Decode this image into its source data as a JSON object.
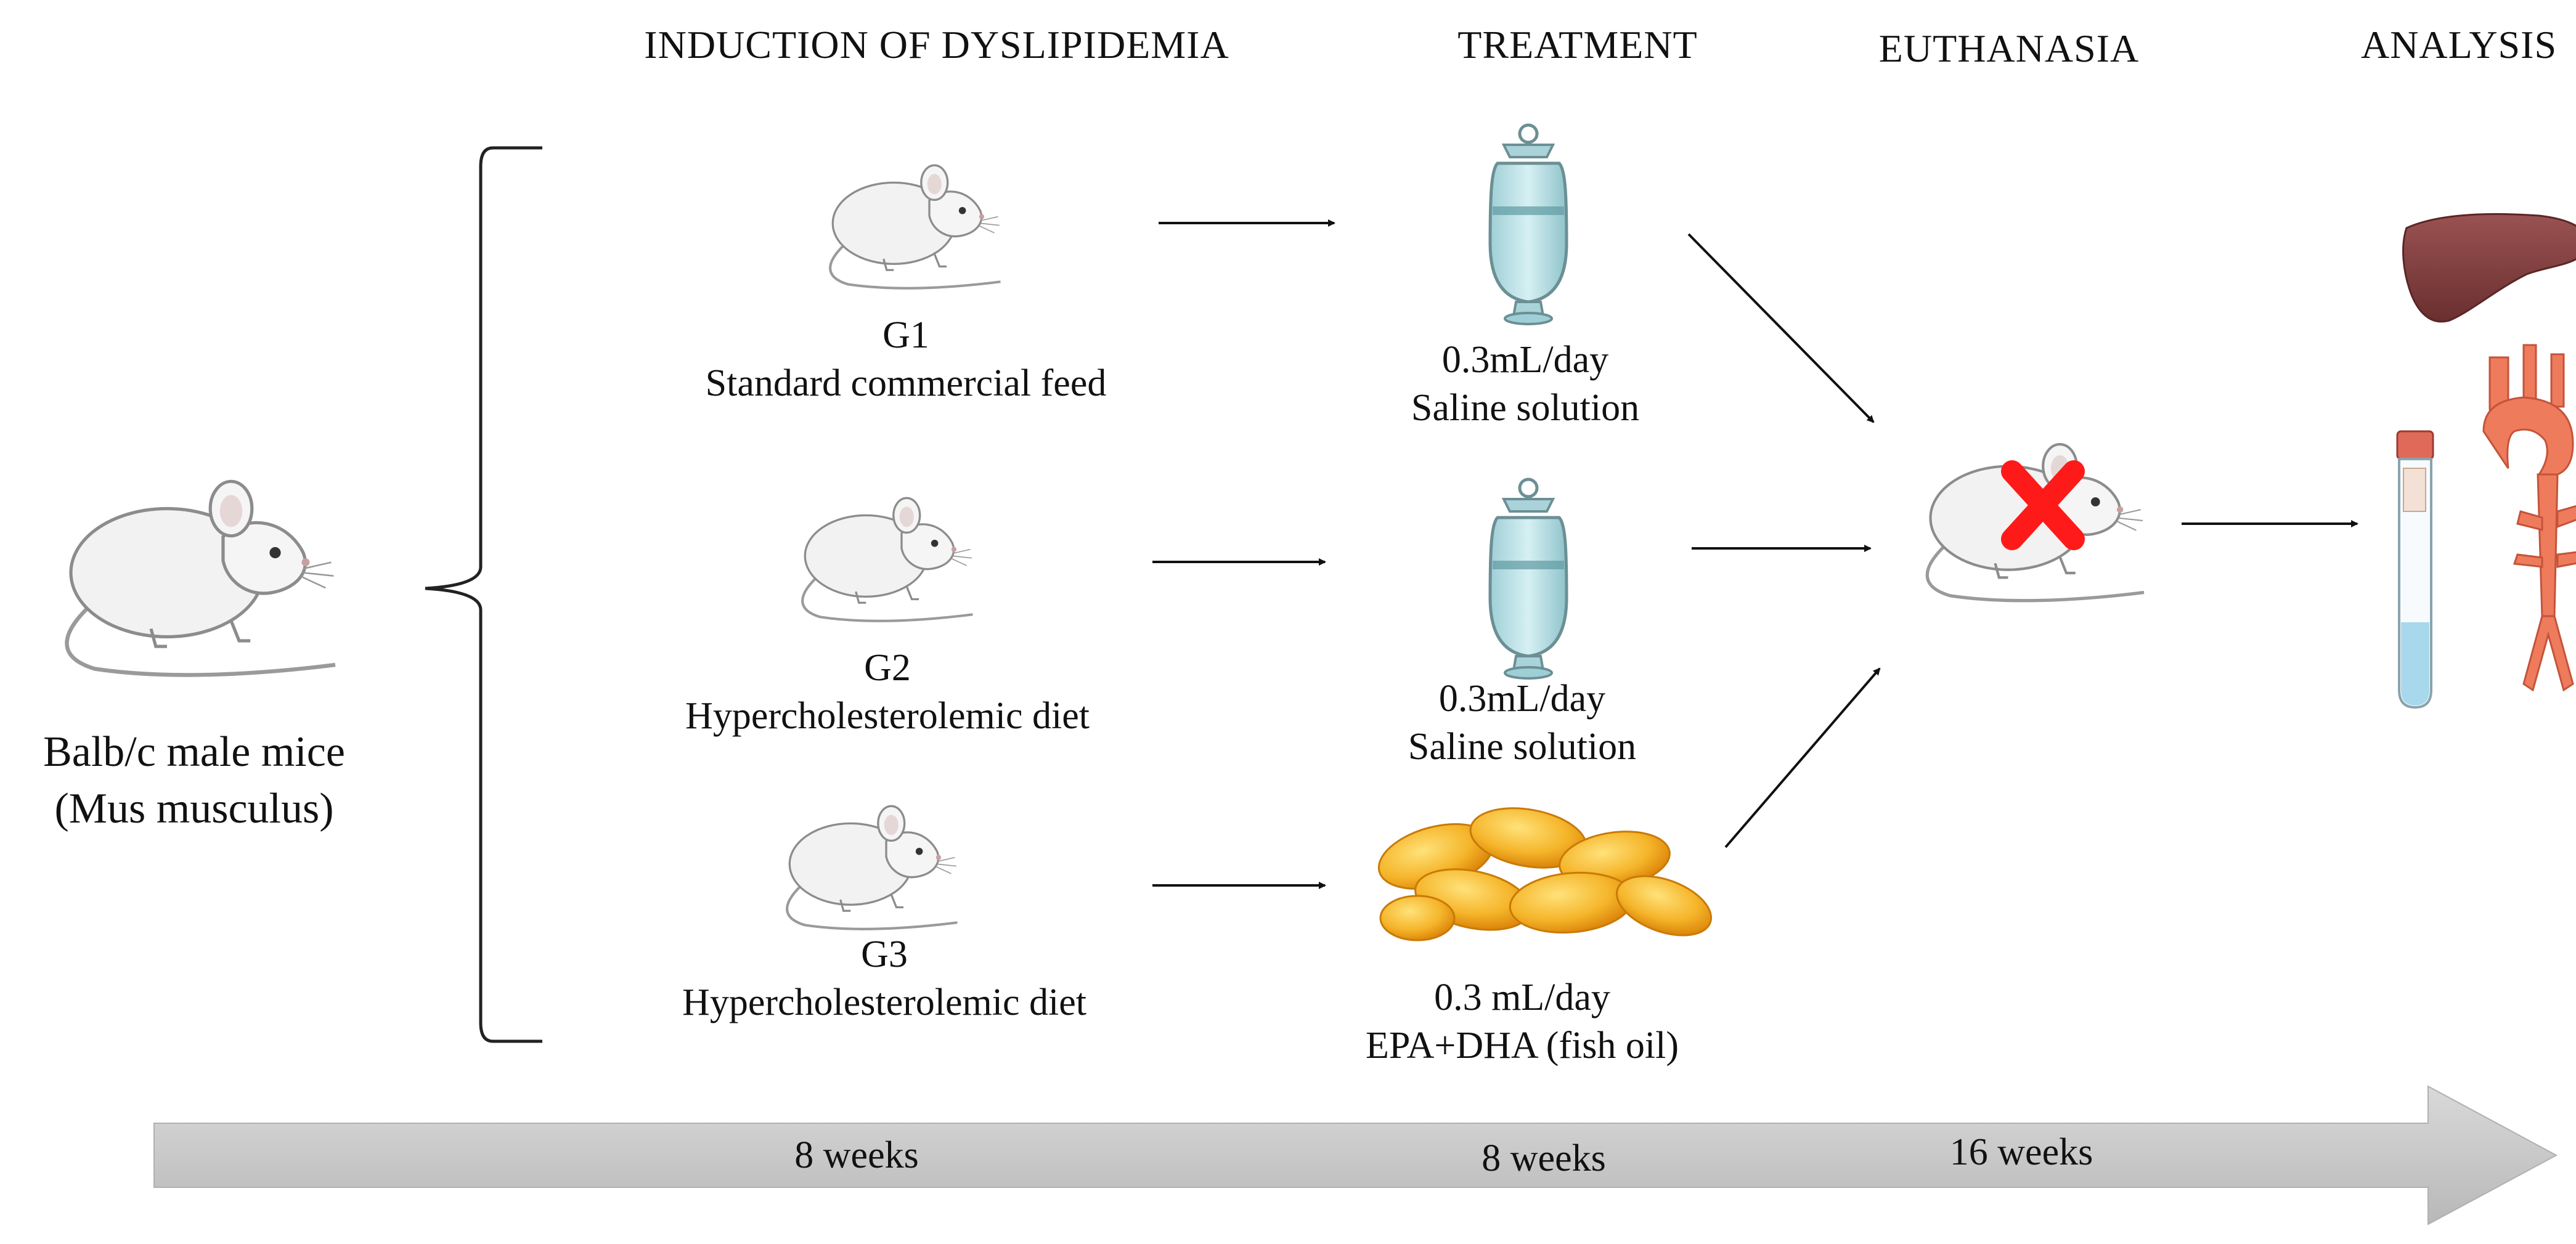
{
  "headers": {
    "induction": "INDUCTION OF DYSLIPIDEMIA",
    "treatment": "TREATMENT",
    "euthanasia": "EUTHANASIA",
    "analysis": "ANALYSIS"
  },
  "subject": {
    "line1": "Balb/c male mice",
    "line2": "(Mus musculus)"
  },
  "groups": [
    {
      "name": "G1",
      "diet": "Standard commercial feed",
      "dose": "0.3mL/day",
      "treatment": "Saline solution"
    },
    {
      "name": "G2",
      "diet": "Hypercholesterolemic  diet",
      "dose": "0.3mL/day",
      "treatment": "Saline solution"
    },
    {
      "name": "G3",
      "diet": "Hypercholesterolemic  diet",
      "dose": "0.3 mL/day",
      "treatment": "EPA+DHA (fish oil)"
    }
  ],
  "timeline": {
    "phase1": "8 weeks",
    "phase2": "8 weeks",
    "total": "16 weeks"
  },
  "colors": {
    "timeline_bar": "#c8c8c8",
    "saline_bag": "#bfe3e8",
    "fish_oil": "#f2a81c",
    "cross": "#ff1a1a",
    "liver": "#7a3b3b",
    "aorta": "#ee7b5c",
    "blood_tube": "#a8d8ec"
  }
}
